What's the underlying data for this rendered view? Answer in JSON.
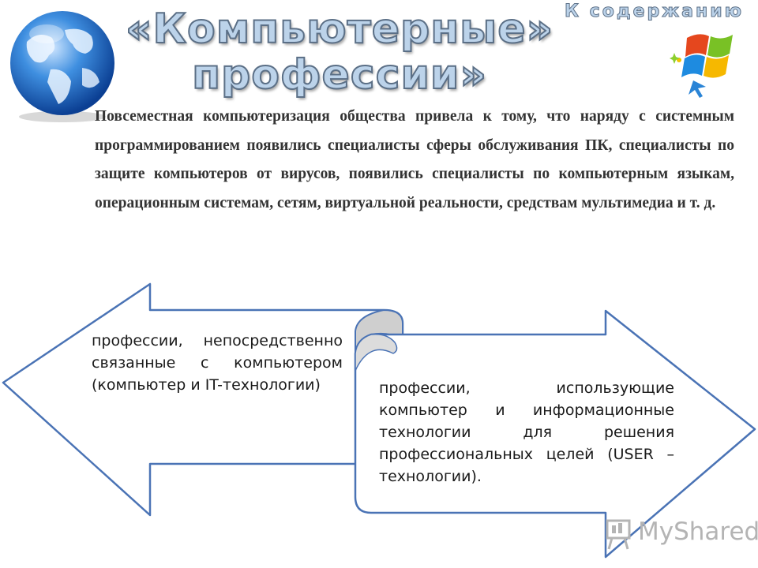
{
  "header": {
    "title_line1": "«Компьютерные»",
    "title_line2": "профессии»",
    "toc_link": "К содержанию"
  },
  "intro": {
    "text": "Повсеместная компьютеризация общества привела к тому, что наряду с системным программированием появились специалисты сферы обслуживания ПК, специалисты по защите компьютеров от вирусов, появились специалисты по компьютерным языкам, операционным системам, сетям, виртуальной реальности, средствам мультимедиа и т. д."
  },
  "diagram": {
    "left_arrow_text": "профессии, непосредственно связанные с компьютером (компьютер и IT-технологии)",
    "right_arrow_text": "профессии, использующие компьютер и информационные технологии для решения профессиональных целей (USER – технологии)."
  },
  "watermark": {
    "text": "MyShared"
  },
  "colors": {
    "arrow_stroke": "#4a73b5",
    "scroll_fold": "#cfcfcf",
    "title_fill": "#bcd3ea",
    "title_stroke": "#5b6f86"
  },
  "icons": [
    "globe-icon",
    "windows-logo-icon",
    "presentation-board-icon"
  ]
}
